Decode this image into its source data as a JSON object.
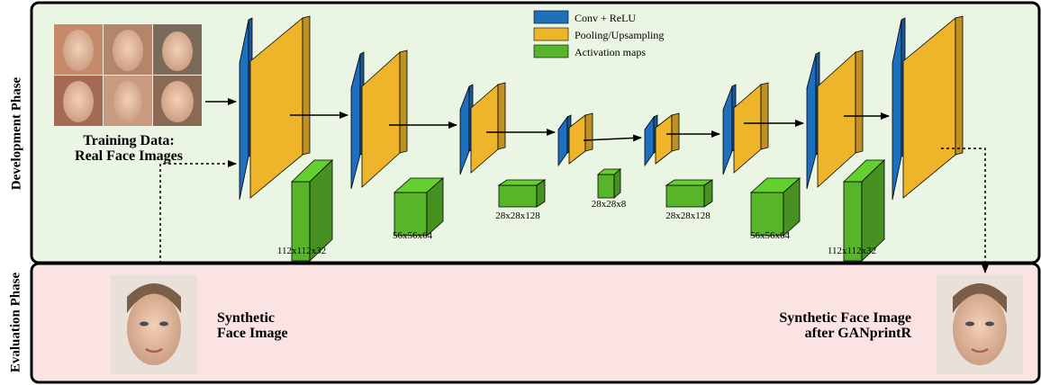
{
  "phases": {
    "development": "Development Phase",
    "evaluation": "Evaluation Phase"
  },
  "training": {
    "line1": "Training Data:",
    "line2": "Real Face Images"
  },
  "legend": [
    {
      "label": "Conv + ReLU",
      "color": "#1f6fbf"
    },
    {
      "label": "Pooling/Upsampling",
      "color": "#efb52a"
    },
    {
      "label": "Activation maps",
      "color": "#57b52a"
    }
  ],
  "activation_labels": [
    "112x112x32",
    "56x56x64",
    "28x28x128",
    "28x28x8",
    "28x28x128",
    "56x56x64",
    "112x112x32"
  ],
  "synthetic_input": {
    "line1": "Synthetic",
    "line2": "Face Image"
  },
  "synthetic_output": {
    "line1": "Synthetic Face Image",
    "line2": "after GANprintR"
  },
  "colors": {
    "development_bg": "#eaf6e3",
    "evaluation_bg": "#fbe3e3",
    "conv": "#1f6fbf",
    "pool": "#efb52a",
    "activation": "#57b52a"
  }
}
